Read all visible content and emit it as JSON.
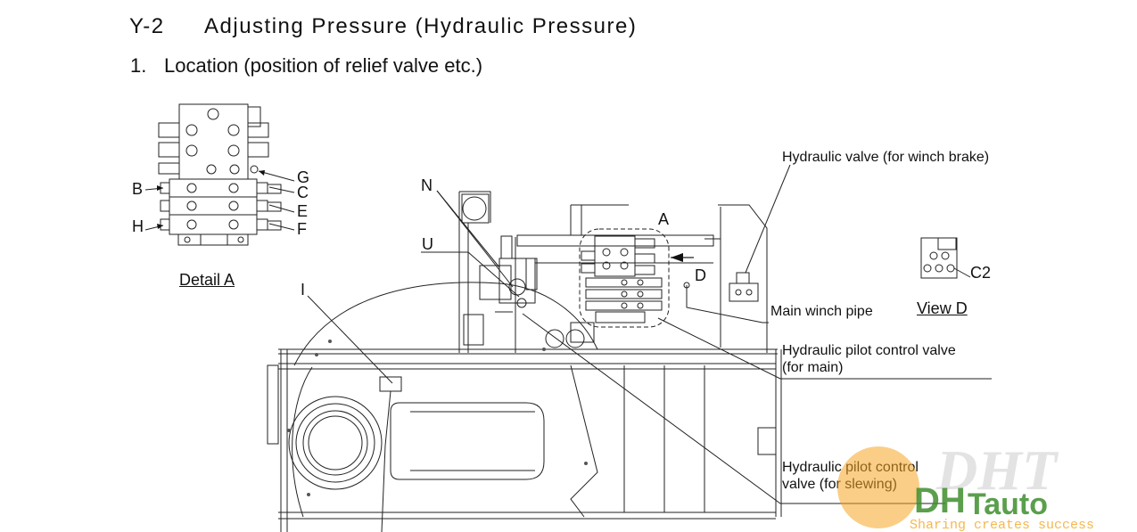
{
  "section": {
    "code": "Y-2",
    "title": "Adjusting Pressure (Hydraulic Pressure)"
  },
  "subsection": {
    "number": "1.",
    "title": "Location (position of relief valve etc.)"
  },
  "detail_a": {
    "caption": "Detail A",
    "ports": {
      "b": "B",
      "h": "H",
      "g": "G",
      "c": "C",
      "e": "E",
      "f": "F"
    }
  },
  "view_d": {
    "caption": "View D",
    "port": "C2"
  },
  "callouts": {
    "n": "N",
    "u": "U",
    "i": "I",
    "a": "A",
    "d": "D",
    "winch_brake": "Hydraulic valve (for winch brake)",
    "main_winch_pipe": "Main winch pipe",
    "pilot_main_line1": "Hydraulic pilot control valve",
    "pilot_main_line2": "(for main)",
    "pilot_slew_line1": "Hydraulic pilot control",
    "pilot_slew_line2": "valve (for slewing)"
  },
  "watermark": {
    "brand": "DHTauto",
    "tagline": "Sharing creates success",
    "colors": {
      "orange": "#f5a623",
      "green": "#3f8f2f",
      "grey": "#cfcfcf"
    }
  }
}
